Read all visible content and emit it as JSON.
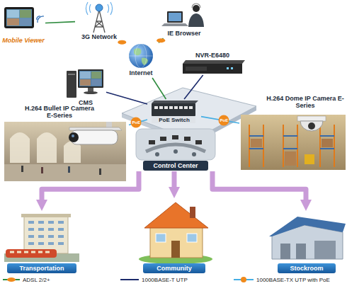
{
  "diagram": {
    "nodes": [
      {
        "text": [
          "Mobile Viewer"
        ]
      },
      {
        "text": [
          "3G Network"
        ]
      },
      {
        "text": [
          "IE Browser"
        ]
      },
      {
        "text": [
          "Internet"
        ]
      },
      {
        "text": [
          "NVR-E6480"
        ]
      },
      {
        "text": [
          "CMS"
        ]
      },
      {
        "text": [
          "PoE Switch"
        ]
      },
      {
        "text": [
          "H.264 Bullet IP Camera E-Series"
        ]
      },
      {
        "text": [
          "H.264 Dome IP Camera E-Series"
        ]
      },
      {
        "text": [
          "Control Center"
        ]
      },
      {
        "text": [
          "Transportation"
        ]
      },
      {
        "text": [
          "Community"
        ]
      },
      {
        "text": [
          "Stockroom"
        ]
      }
    ],
    "edges": [
      {
        "from": 0,
        "to": 1,
        "arrow": "none"
      },
      {
        "from": 1,
        "to": 3,
        "arrow": "none"
      },
      {
        "from": 2,
        "to": 3,
        "arrow": "none"
      },
      {
        "from": 3,
        "to": 6,
        "arrow": "none"
      },
      {
        "from": 5,
        "to": 6,
        "arrow": "none"
      },
      {
        "from": 4,
        "to": 6,
        "arrow": "none"
      },
      {
        "from": 6,
        "to": 7,
        "arrow": "none",
        "label": "PoE"
      },
      {
        "from": 6,
        "to": 8,
        "arrow": "none",
        "label": "PoE"
      },
      {
        "from": 9,
        "to": 10,
        "arrow": "to"
      },
      {
        "from": 9,
        "to": 11,
        "arrow": "to"
      },
      {
        "from": 9,
        "to": 12,
        "arrow": "to"
      }
    ],
    "legend": [
      {
        "text": "ADSL 2/2+"
      },
      {
        "text": "1000BASE-T UTP"
      },
      {
        "text": "1000BASE-TX UTP with PoE"
      }
    ]
  }
}
